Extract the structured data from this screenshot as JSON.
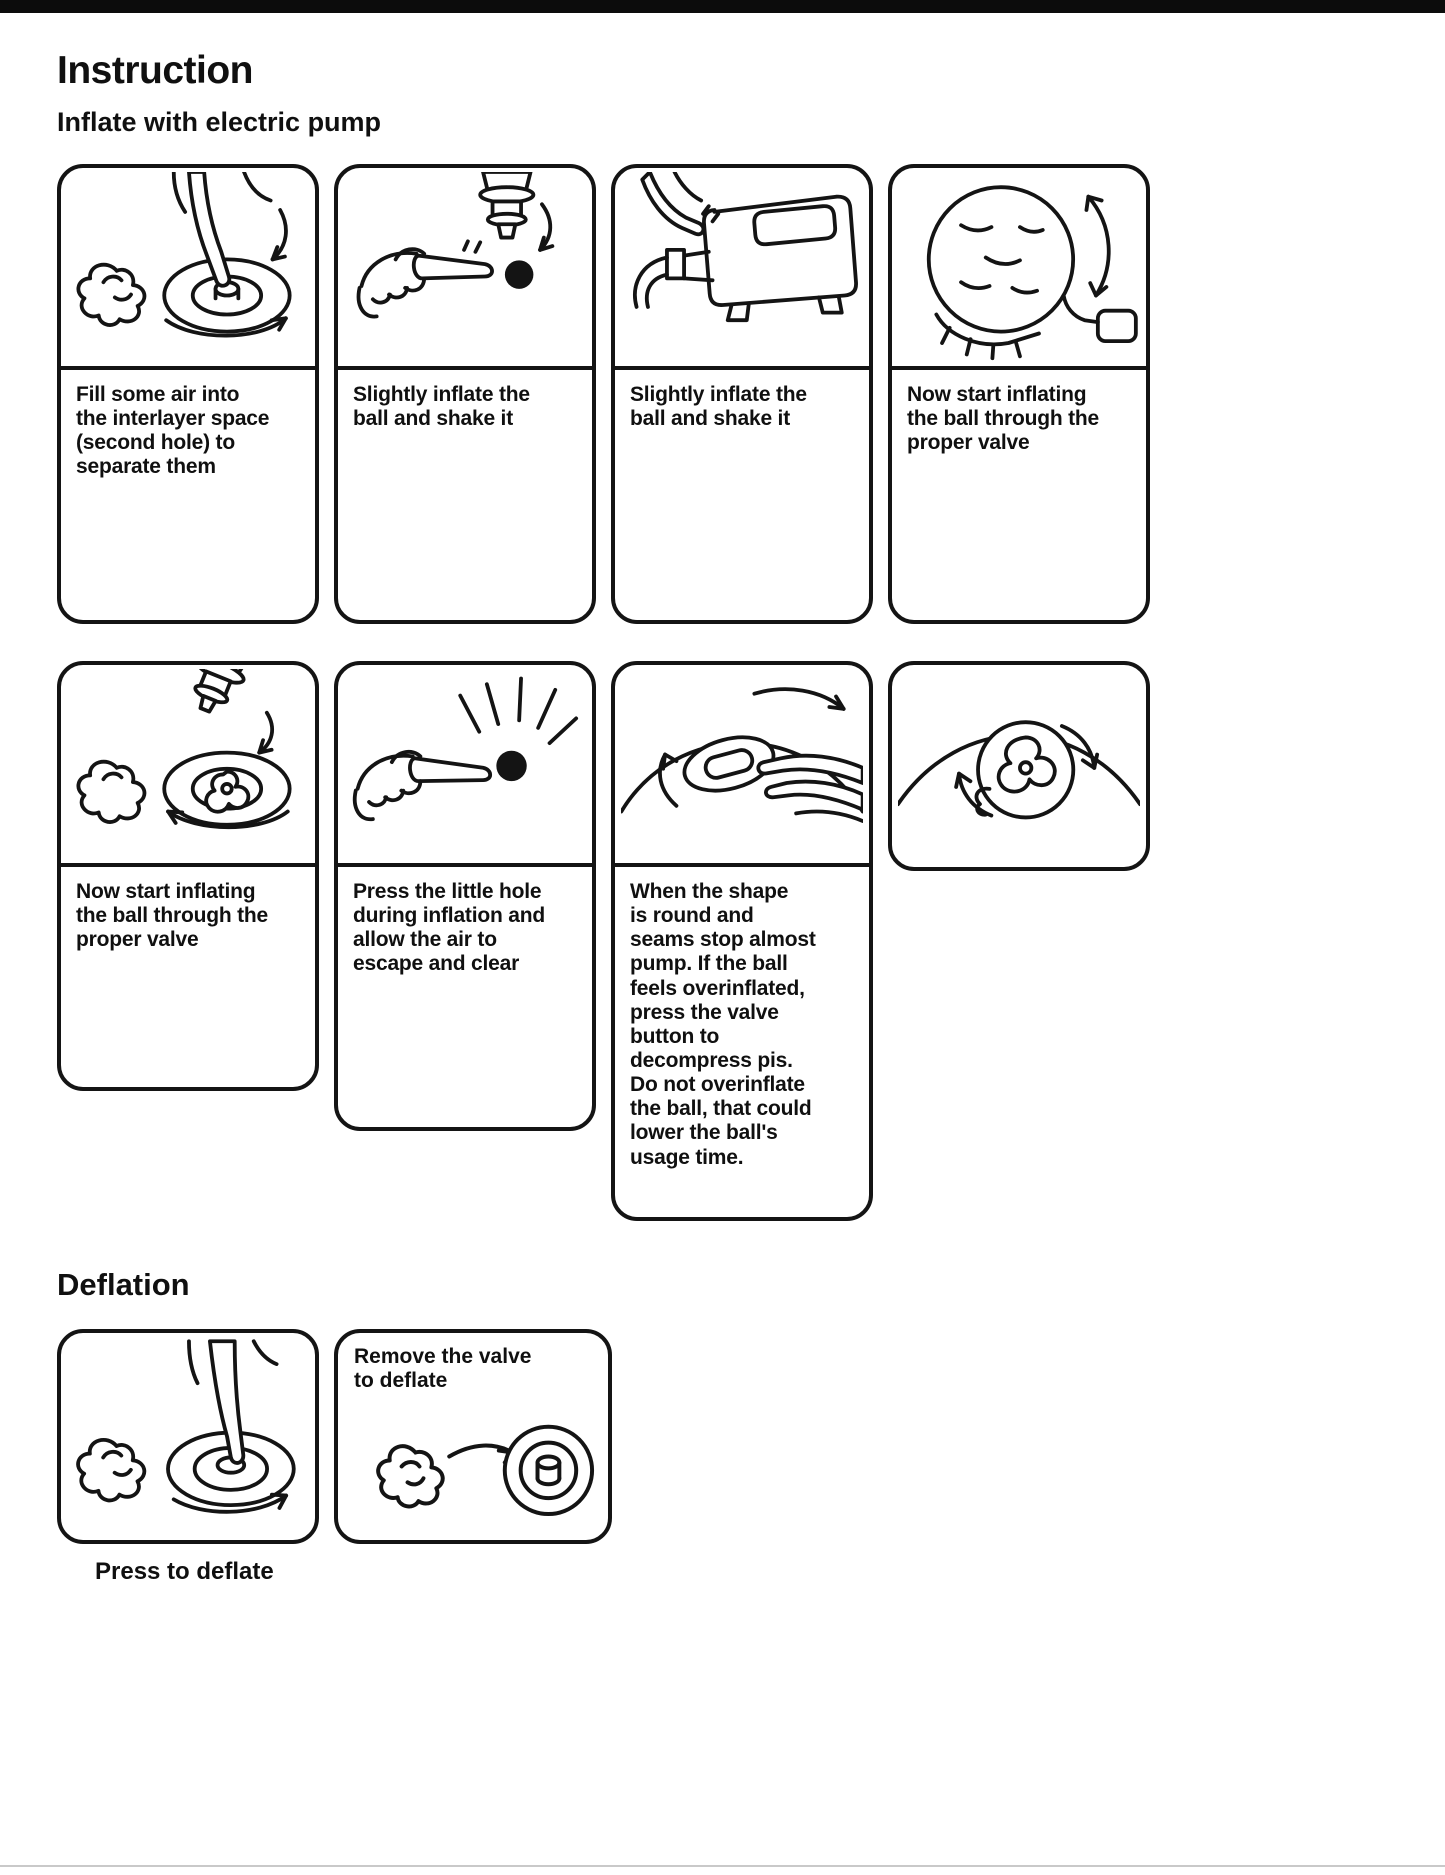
{
  "header": {
    "title": "Instruction",
    "subtitle": "Inflate with electric pump"
  },
  "inflate_steps": [
    {
      "icon": "finger-pressing-valve-icon",
      "caption": "Fill some air into\nthe interlayer space\n(second hole) to\nseparate them"
    },
    {
      "icon": "pump-nozzle-over-hole-icon",
      "caption": "Slightly inflate the\nball and shake it"
    },
    {
      "icon": "electric-pump-icon",
      "caption": "Slightly inflate the\nball and shake it"
    },
    {
      "icon": "ball-rotating-with-pump-icon",
      "caption": "Now start inflating\nthe ball through the\nproper valve"
    },
    {
      "icon": "nozzle-into-valve-icon",
      "caption": "Now start inflating\nthe ball through the\nproper valve"
    },
    {
      "icon": "finger-pressing-hole-icon",
      "caption": "Press the little hole\nduring inflation and\nallow the air to\nescape and clear"
    },
    {
      "icon": "hands-pressing-valve-on-ball-icon",
      "caption": "When the shape\nis round and\nseams stop almost\npump. If the ball\nfeels overinflated,\npress the valve\nbutton to\ndecompress pis.\nDo not overinflate\nthe ball, that could\nlower the ball's\nusage time."
    },
    {
      "icon": "valve-rotation-on-ball-icon",
      "caption": ""
    }
  ],
  "deflation": {
    "heading": "Deflation",
    "steps": [
      {
        "icon": "finger-press-to-deflate-icon",
        "caption": "Press to deflate"
      },
      {
        "icon": "remove-valve-icon",
        "caption": "Remove the valve\nto deflate"
      }
    ]
  },
  "colors": {
    "ink": "#141414",
    "background": "#ffffff"
  }
}
